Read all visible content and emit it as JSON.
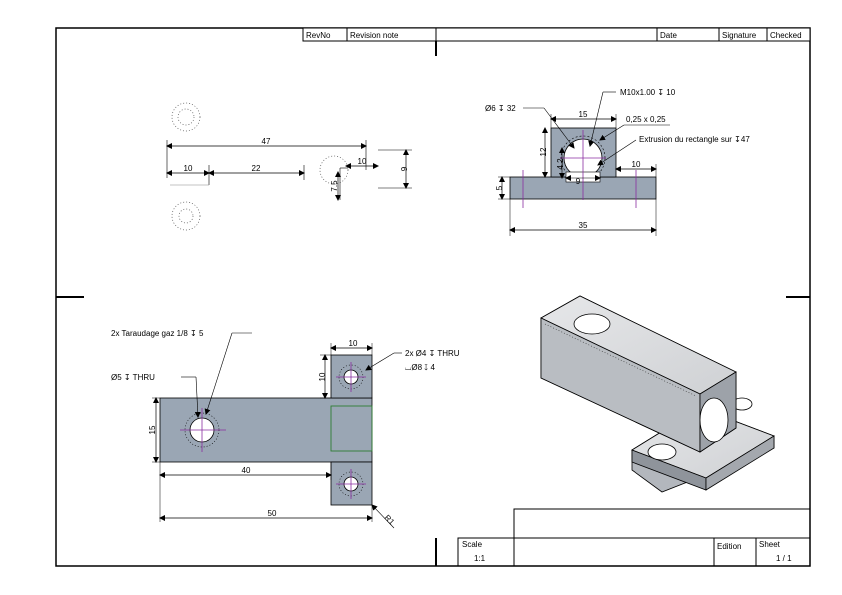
{
  "title_block": {
    "rev_no": "RevNo",
    "revision_note": "Revision note",
    "date": "Date",
    "signature": "Signature",
    "checked": "Checked",
    "scale_label": "Scale",
    "scale_value": "1:1",
    "edition_label": "Edition",
    "sheet_label": "Sheet",
    "sheet_value": "1 / 1"
  },
  "top_left_view": {
    "dims": [
      "47",
      "10",
      "22",
      "10",
      "9",
      "7.5"
    ]
  },
  "top_right_view": {
    "notes": {
      "thread": "M10x1.00 ↧ 10",
      "hole": "Ø6 ↧ 32",
      "chamfer": "0,25 x 0,25",
      "extrusion": "Extrusion du rectangle sur ↧47"
    },
    "dims": [
      "15",
      "12",
      "4.2",
      "9",
      "10",
      "5",
      "35"
    ]
  },
  "bottom_view": {
    "notes": {
      "tap": "2x Taraudage gaz 1/8 ↧ 5",
      "through_hole": "Ø5 ↧ THRU",
      "holes": "2x Ø4 ↧ THRU",
      "counterbore": "⌴Ø8 ↧ 4"
    },
    "dims": [
      "10",
      "10",
      "15",
      "40",
      "50",
      "R1"
    ]
  },
  "colors": {
    "part_fill": "#9aa6b4",
    "hole_fill": "#ffffff",
    "centerline": "#8a2da0",
    "hidden": "#2e7d32"
  }
}
